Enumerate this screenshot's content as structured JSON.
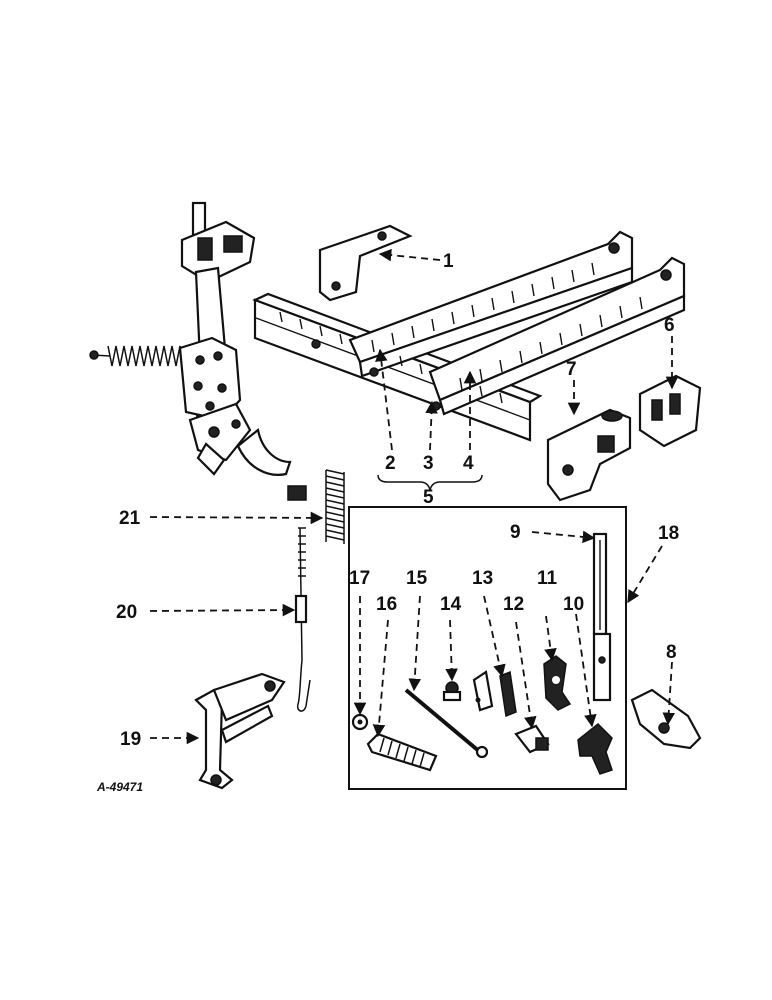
{
  "diagram": {
    "drawing_code": "A-49471",
    "callouts": [
      "1",
      "2",
      "3",
      "4",
      "5",
      "6",
      "7",
      "8",
      "9",
      "10",
      "11",
      "12",
      "13",
      "14",
      "15",
      "16",
      "17",
      "18",
      "19",
      "20",
      "21"
    ]
  }
}
